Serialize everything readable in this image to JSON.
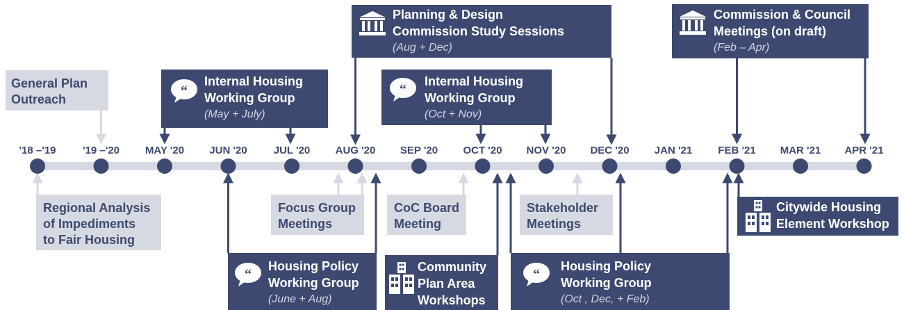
{
  "timeline": {
    "months": [
      "'18 –'19",
      "'19 –'20",
      "MAY '20",
      "JUN '20",
      "JUL '20",
      "AUG '20",
      "SEP '20",
      "OCT '20",
      "NOV '20",
      "DEC '20",
      "JAN '21",
      "FEB '21",
      "MAR '21",
      "APR '21"
    ]
  },
  "colors": {
    "dark": "#3d4970",
    "light": "#d6d9e2",
    "track": "#d6d9e2"
  },
  "events": {
    "general_plan": {
      "title1": "General Plan",
      "title2": "Outreach"
    },
    "internal_housing_1": {
      "title1": "Internal Housing",
      "title2": "Working Group",
      "dates": "(May + July)",
      "icon": "speech-bubble-icon"
    },
    "planning_design": {
      "title1": "Planning & Design",
      "title2": "Commission Study Sessions",
      "dates": "(Aug + Dec)",
      "icon": "government-building-icon"
    },
    "internal_housing_2": {
      "title1": "Internal Housing",
      "title2": "Working Group",
      "dates": "(Oct + Nov)",
      "icon": "speech-bubble-icon"
    },
    "commission_council": {
      "title1": "Commission & Council",
      "title2": "Meetings (on draft)",
      "dates": "(Feb – Apr)",
      "icon": "government-building-icon"
    },
    "regional_analysis": {
      "title1": "Regional Analysis",
      "title2": "of Impediments",
      "title3": "to Fair Housing"
    },
    "focus_group": {
      "title1": "Focus Group",
      "title2": "Meetings"
    },
    "coc_board": {
      "title1": "CoC Board",
      "title2": "Meeting"
    },
    "stakeholder": {
      "title1": "Stakeholder",
      "title2": "Meetings"
    },
    "citywide_workshop": {
      "title1": "Citywide Housing",
      "title2": "Element Workshop",
      "icon": "buildings-icon"
    },
    "housing_policy_1": {
      "title1": "Housing Policy",
      "title2": "Working Group",
      "dates": "(June + Aug)",
      "icon": "speech-bubble-icon"
    },
    "community_plan": {
      "title1": "Community",
      "title2": "Plan Area",
      "title3": "Workshops",
      "icon": "buildings-icon"
    },
    "housing_policy_2": {
      "title1": "Housing Policy",
      "title2": "Working Group",
      "dates": "(Oct , Dec, + Feb)",
      "icon": "speech-bubble-icon"
    }
  }
}
